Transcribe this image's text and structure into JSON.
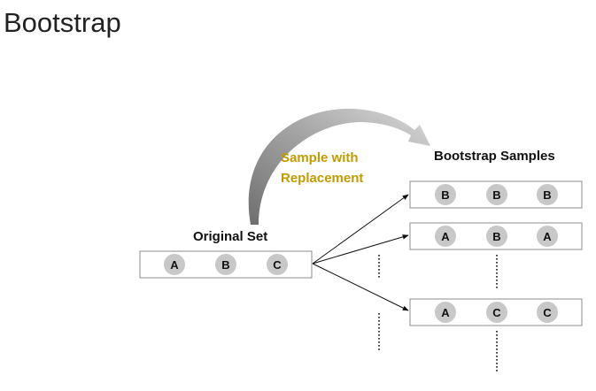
{
  "title": "Bootstrap",
  "diagram": {
    "resample_label_line1": "Sample with",
    "resample_label_line2": "Replacement",
    "samples_heading": "Bootstrap Samples",
    "original_heading": "Original Set",
    "original_set": [
      "A",
      "B",
      "C"
    ],
    "bootstrap_samples": [
      [
        "B",
        "B",
        "B"
      ],
      [
        "A",
        "B",
        "A"
      ],
      [
        "A",
        "C",
        "C"
      ]
    ],
    "colors": {
      "resample_label": "#C49A00",
      "circle_fill": "#C8C8C8",
      "box_border": "#8C8C8C",
      "arrow_gradient_dark": "#6E6E6E",
      "arrow_gradient_light": "#D9D9D9"
    }
  }
}
